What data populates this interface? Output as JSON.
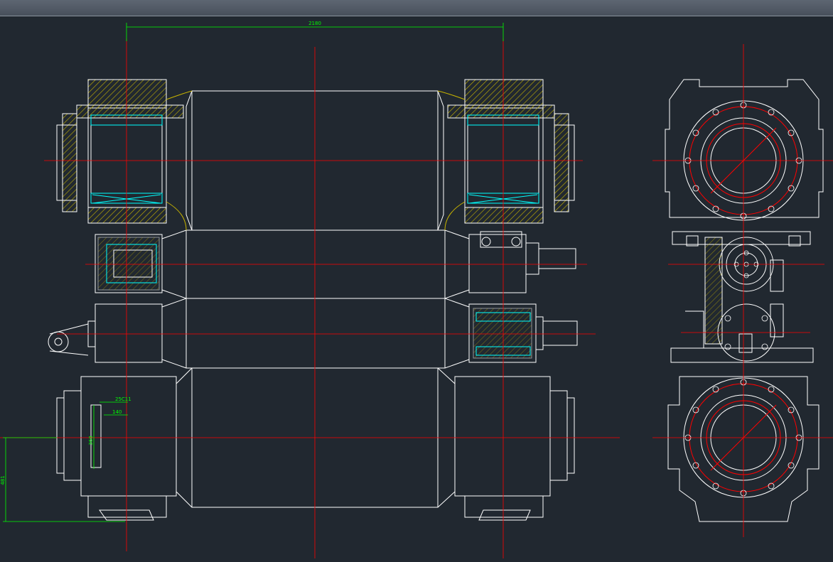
{
  "window": {
    "title": ""
  },
  "colors": {
    "background": "#212830",
    "outline": "#ffffff",
    "centerline": "#ff0000",
    "dimension": "#00ff00",
    "hatch": "#c8b400",
    "cyan": "#00ffff",
    "blue": "#3366ff",
    "magenta": "#ff00ff"
  },
  "dimensions": {
    "roll_span": "2180",
    "slot_width": "25C11",
    "slot_depth": "140",
    "slot_length": "360",
    "left_height": "481"
  },
  "views": {
    "front": "roll-stand-front-view",
    "side": "roll-stand-side-view"
  }
}
